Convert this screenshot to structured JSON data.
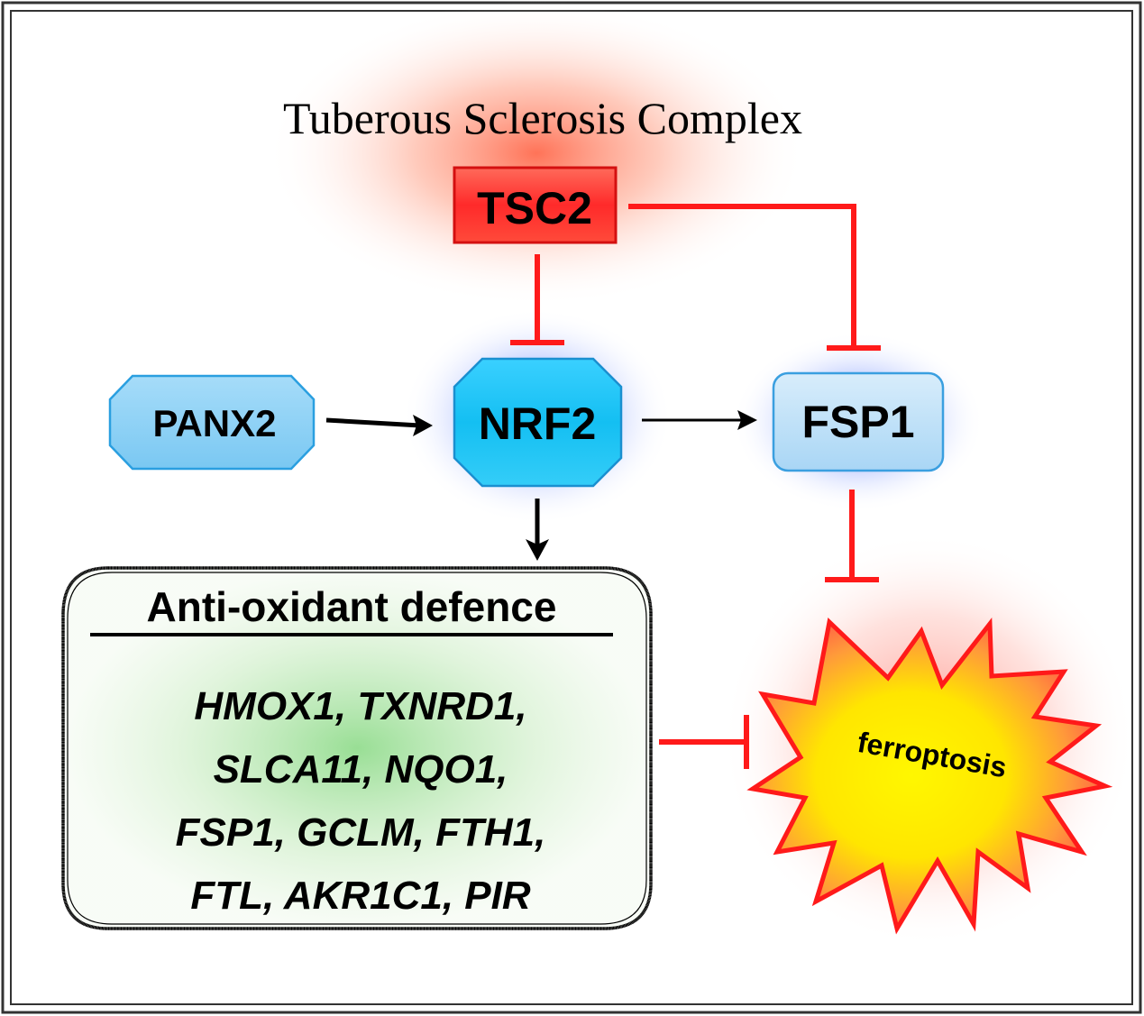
{
  "title": "Tuberous Sclerosis Complex",
  "nodes": {
    "tsc2": "TSC2",
    "panx2": "PANX2",
    "nrf2": "NRF2",
    "fsp1": "FSP1",
    "ferroptosis": "ferroptosis"
  },
  "antioxidant": {
    "heading": "Anti-oxidant defence",
    "gene_lines": [
      "HMOX1, TXNRD1,",
      "SLCA11, NQO1,",
      "FSP1, GCLM, FTH1,",
      "FTL, AKR1C1, PIR"
    ]
  },
  "colors": {
    "inhibition": "#ff1a1a",
    "tsc2_fill": "#ff3030",
    "panx2_fill": "#8fd3f7",
    "nrf2_fill": "#1ec8f5",
    "fsp1_fill": "#bde0f7",
    "box_fill": "#e4f2dc",
    "ferro_core": "#fff200",
    "ferro_edge": "#ff1a1a"
  }
}
